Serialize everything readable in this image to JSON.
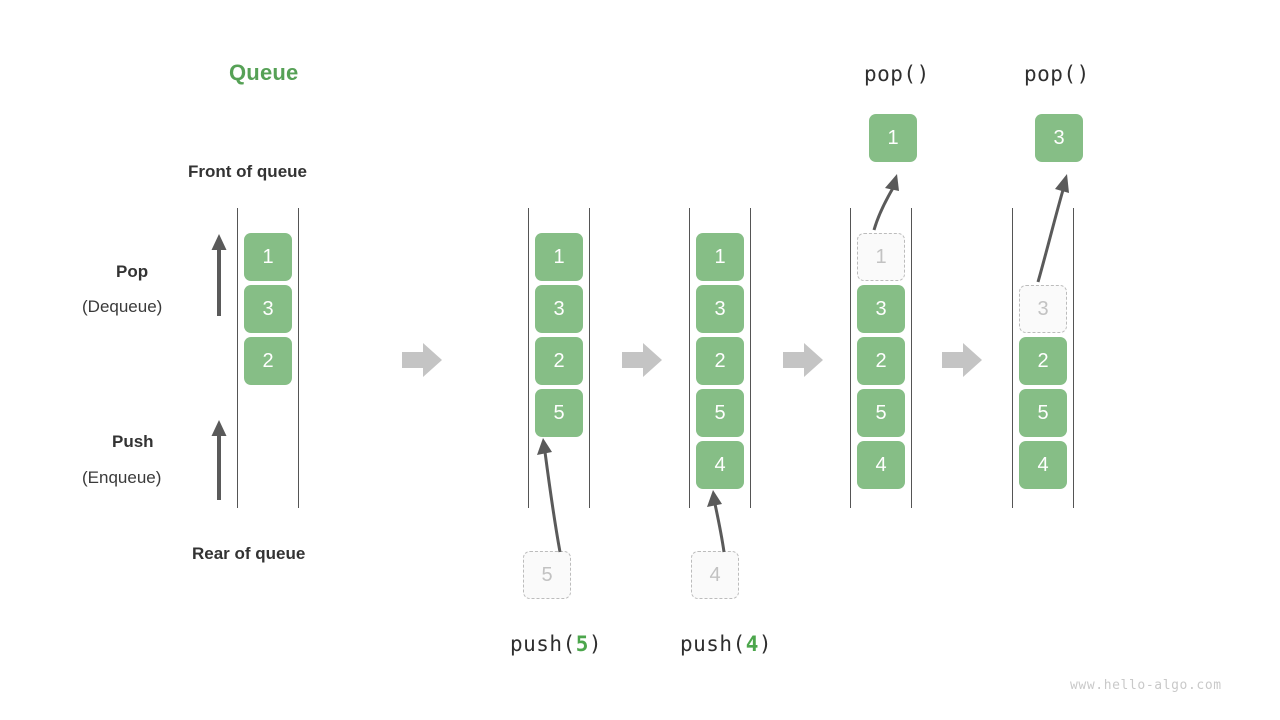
{
  "title": "Queue",
  "labels": {
    "front": "Front of queue",
    "rear": "Rear of queue",
    "pop_title": "Pop",
    "pop_sub": "(Dequeue)",
    "push_title": "Push",
    "push_sub": "(Enqueue)"
  },
  "watermark": "www.hello-algo.com",
  "colors": {
    "accent_green": "#56A156",
    "box_green": "#86BE86",
    "box_text": "#ffffff",
    "ghost_fill": "#fafafa",
    "ghost_border": "#bcbcbc",
    "ghost_text": "#c2c2c2",
    "rail": "#555555",
    "arrow_gray": "#5a5a5a",
    "block_arrow_gray": "#c4c4c4",
    "text_dark": "#333333",
    "watermark_gray": "#c9c9c9"
  },
  "operations": [
    {
      "name": "push-5",
      "call_prefix": "push(",
      "call_num": "5",
      "call_suffix": ")"
    },
    {
      "name": "push-4",
      "call_prefix": "push(",
      "call_num": "4",
      "call_suffix": ")"
    },
    {
      "name": "pop-1",
      "call_label": "pop()"
    },
    {
      "name": "pop-3",
      "call_label": "pop()"
    }
  ],
  "columns": [
    {
      "name": "initial-queue",
      "op_label": "",
      "slots": [
        {
          "value": "1",
          "state": "solid"
        },
        {
          "value": "3",
          "state": "solid"
        },
        {
          "value": "2",
          "state": "solid"
        },
        {
          "value": "",
          "state": "empty"
        },
        {
          "value": "",
          "state": "empty"
        }
      ],
      "incoming": null,
      "popped": null
    },
    {
      "name": "after-push-5",
      "op_label": "push(5)",
      "slots": [
        {
          "value": "1",
          "state": "solid"
        },
        {
          "value": "3",
          "state": "solid"
        },
        {
          "value": "2",
          "state": "solid"
        },
        {
          "value": "5",
          "state": "solid"
        },
        {
          "value": "",
          "state": "empty"
        }
      ],
      "incoming": {
        "value": "5",
        "state": "ghost"
      },
      "popped": null
    },
    {
      "name": "after-push-4",
      "op_label": "push(4)",
      "slots": [
        {
          "value": "1",
          "state": "solid"
        },
        {
          "value": "3",
          "state": "solid"
        },
        {
          "value": "2",
          "state": "solid"
        },
        {
          "value": "5",
          "state": "solid"
        },
        {
          "value": "4",
          "state": "solid"
        }
      ],
      "incoming": {
        "value": "4",
        "state": "ghost"
      },
      "popped": null
    },
    {
      "name": "after-pop-1",
      "op_label": "pop()",
      "slots": [
        {
          "value": "1",
          "state": "ghost"
        },
        {
          "value": "3",
          "state": "solid"
        },
        {
          "value": "2",
          "state": "solid"
        },
        {
          "value": "5",
          "state": "solid"
        },
        {
          "value": "4",
          "state": "solid"
        }
      ],
      "incoming": null,
      "popped": {
        "value": "1",
        "state": "solid"
      }
    },
    {
      "name": "after-pop-3",
      "op_label": "pop()",
      "slots": [
        {
          "value": "",
          "state": "empty"
        },
        {
          "value": "3",
          "state": "ghost"
        },
        {
          "value": "2",
          "state": "solid"
        },
        {
          "value": "5",
          "state": "solid"
        },
        {
          "value": "4",
          "state": "solid"
        }
      ],
      "incoming": null,
      "popped": {
        "value": "3",
        "state": "solid"
      }
    }
  ]
}
